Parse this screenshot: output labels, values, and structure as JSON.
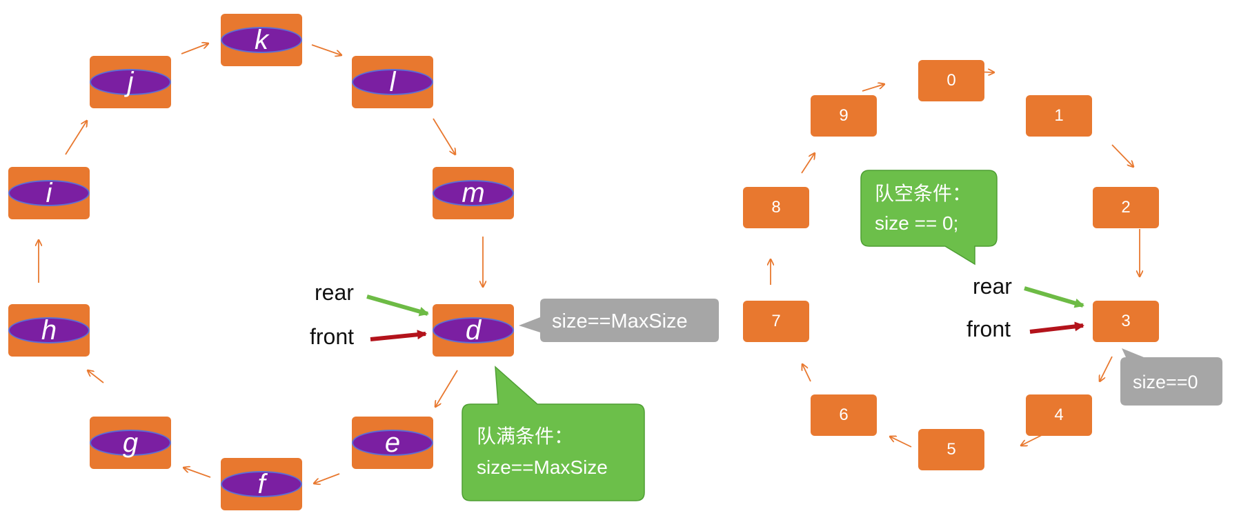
{
  "full_queue": {
    "nodes": [
      "k",
      "l",
      "m",
      "d",
      "e",
      "f",
      "g",
      "h",
      "i",
      "j"
    ],
    "rear_label": "rear",
    "front_label": "front",
    "size_callout": "size==MaxSize",
    "condition_title": "队满条件：",
    "condition_expr": "size==MaxSize"
  },
  "empty_queue": {
    "nodes": [
      "0",
      "1",
      "2",
      "3",
      "4",
      "5",
      "6",
      "7",
      "8",
      "9"
    ],
    "rear_label": "rear",
    "front_label": "front",
    "size_callout": "size==0",
    "condition_title": "队空条件：",
    "condition_expr": "size == 0;"
  },
  "colors": {
    "node": "#e8782f",
    "oval": "#7b1fa2",
    "oval_border": "#5b6fd6",
    "rear_arrow": "#6dbb45",
    "front_arrow": "#b3131b",
    "green_callout": "#6cbf4a",
    "gray_callout": "#a6a6a6"
  }
}
